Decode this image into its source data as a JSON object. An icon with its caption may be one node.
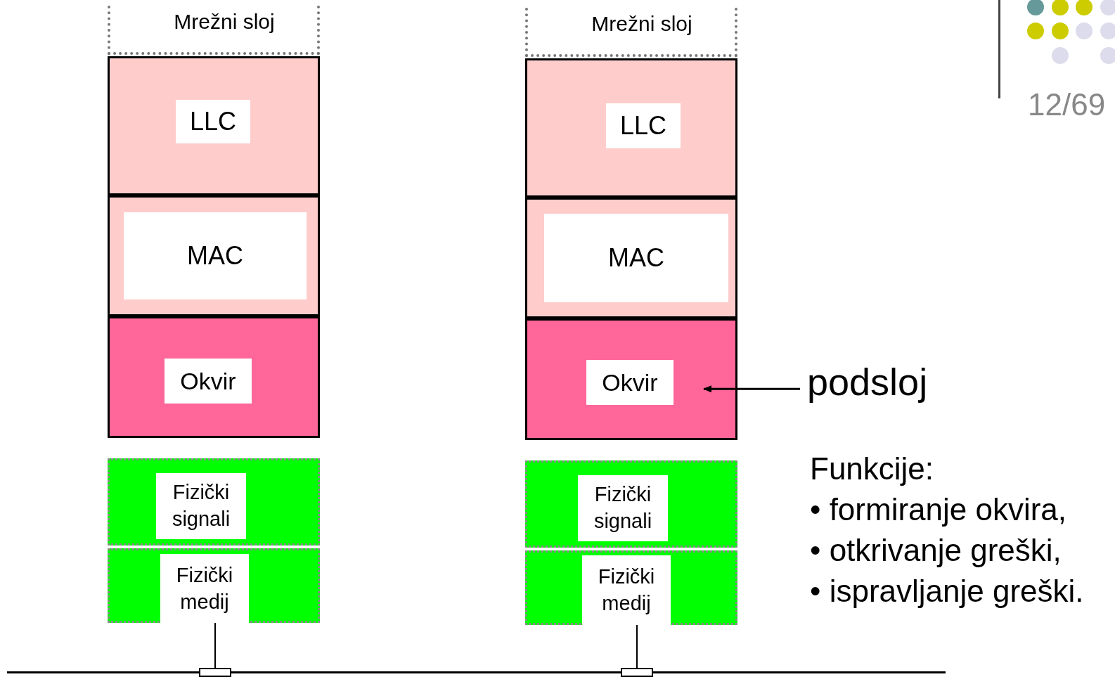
{
  "diagram": {
    "nodes": [
      {
        "text": [
          "Mrežni sloj"
        ]
      },
      {
        "text": [
          "LLC"
        ]
      },
      {
        "text": [
          "MAC"
        ]
      },
      {
        "text": [
          "Okvir"
        ]
      },
      {
        "text": [
          "Fizički signali"
        ]
      },
      {
        "text": [
          "Fizički medij"
        ]
      },
      {
        "text": [
          "Mrežni sloj"
        ]
      },
      {
        "text": [
          "LLC"
        ]
      },
      {
        "text": [
          "MAC"
        ]
      },
      {
        "text": [
          "Okvir"
        ]
      },
      {
        "text": [
          "Fizički signali"
        ]
      },
      {
        "text": [
          "Fizički medij"
        ]
      },
      {
        "text": [
          "podsloj"
        ]
      },
      {
        "text": [],
        "shape": "bar"
      },
      {
        "text": [],
        "shape": "box"
      },
      {
        "text": [],
        "shape": "box"
      }
    ],
    "edges": [
      {
        "from": 5,
        "to": 14,
        "arrow": "none"
      },
      {
        "from": 11,
        "to": 15,
        "arrow": "none"
      },
      {
        "from": 12,
        "to": 9,
        "arrow": "to"
      }
    ],
    "labels": [
      "12/69",
      "Funkcije:",
      "• formiranje okvira,",
      "• otkrivanje greški,",
      "• ispravljanje greški."
    ]
  }
}
